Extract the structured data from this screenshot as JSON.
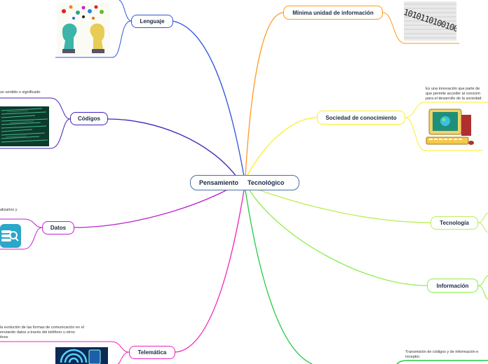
{
  "central": {
    "part1": "Pensamiento",
    "part2": "Tecnológico"
  },
  "nodes": {
    "lenguaje": "Lenguaje",
    "codigos": "Códigos",
    "datos": "Datos",
    "telematica": "Telemática",
    "minima": "Mínima unidad de información",
    "sociedad": "Sociedad de conocimiento",
    "tecnologia": "Tecnología",
    "informacion": "Información"
  },
  "notes": {
    "codigos": "un sentido o significado",
    "datos": "alizarlos y",
    "telematica": [
      "la evolución de las formas de comunicación en el",
      "enviando datos a través del teléfono u otros",
      "tivos."
    ],
    "sociedad": [
      "Es una innovación que parte de",
      "que permite acceder al conocim",
      "para el desarrollo de la sociedad"
    ],
    "transmision": [
      "Transmisión de códigos y de información e",
      "receptor."
    ]
  },
  "binary": "1010110100100",
  "colors": {
    "lenguaje": "#3355dd",
    "codigos": "#4422bb",
    "datos": "#bb22cc",
    "telematica": "#ee22bb",
    "minima": "#ff9922",
    "sociedad": "#ffee22",
    "tecnologia": "#bbee55",
    "informacion": "#88ee44",
    "transmision": "#22cc44"
  }
}
